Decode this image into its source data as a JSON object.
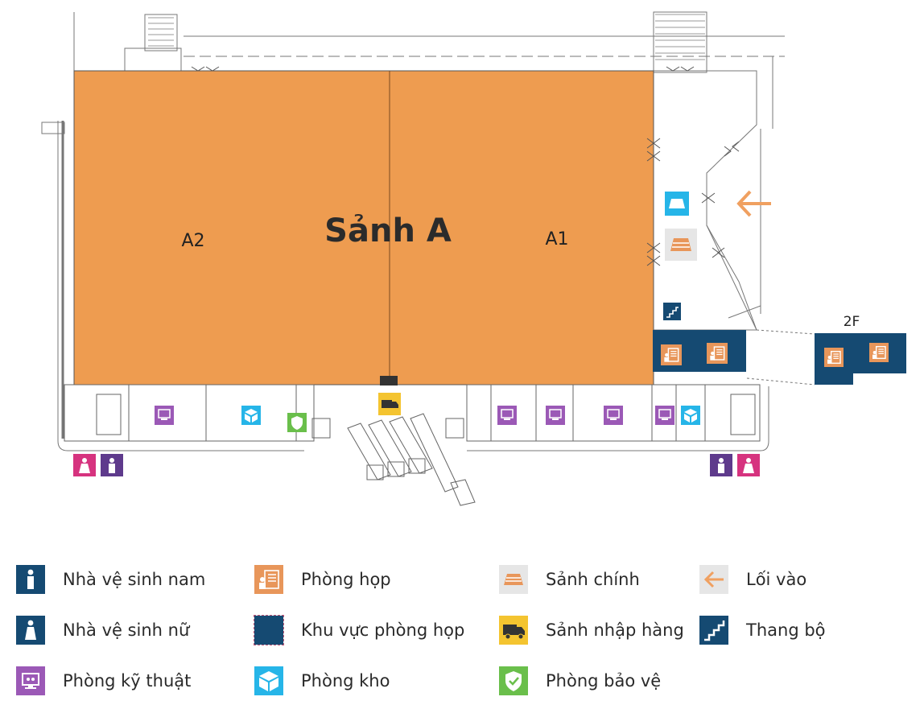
{
  "map": {
    "hall_title": "Sảnh A",
    "zone_a2": "A2",
    "zone_a1": "A1",
    "floor_label": "2F"
  },
  "legend": [
    {
      "icon": "toilet-male-icon",
      "label": "Nhà vệ sinh nam",
      "color": "#1b4f72"
    },
    {
      "icon": "toilet-female-icon",
      "label": "Nhà vệ sinh nữ",
      "color": "#1b4f72"
    },
    {
      "icon": "technical-room-icon",
      "label": "Phòng kỹ thuật",
      "color": "#9b59b6"
    },
    {
      "icon": "meeting-room-icon",
      "label": "Phòng họp",
      "color": "#e8965a"
    },
    {
      "icon": "meeting-area-icon",
      "label": "Khu vực phòng họp",
      "color": "#154a72"
    },
    {
      "icon": "storage-room-icon",
      "label": "Phòng kho",
      "color": "#26b5e8"
    },
    {
      "icon": "main-lobby-icon",
      "label": "Sảnh chính",
      "color": "#e8965a"
    },
    {
      "icon": "loading-dock-icon",
      "label": "Sảnh nhập hàng",
      "color": "#f4c430"
    },
    {
      "icon": "security-room-icon",
      "label": "Phòng bảo vệ",
      "color": "#6abf4b"
    },
    {
      "icon": "entrance-arrow-icon",
      "label": "Lối vào",
      "color": "#f0a060"
    },
    {
      "icon": "stairs-icon",
      "label": "Thang bộ",
      "color": "#154a72"
    }
  ],
  "colors": {
    "hall": "#ee9c50",
    "navy": "#154a72",
    "purple": "#9b59b6",
    "cyan": "#26b5e8",
    "green": "#6abf4b",
    "yellow": "#f4c430",
    "pink": "#d6337f",
    "violet": "#5e3a8c",
    "orange": "#f0a060"
  }
}
